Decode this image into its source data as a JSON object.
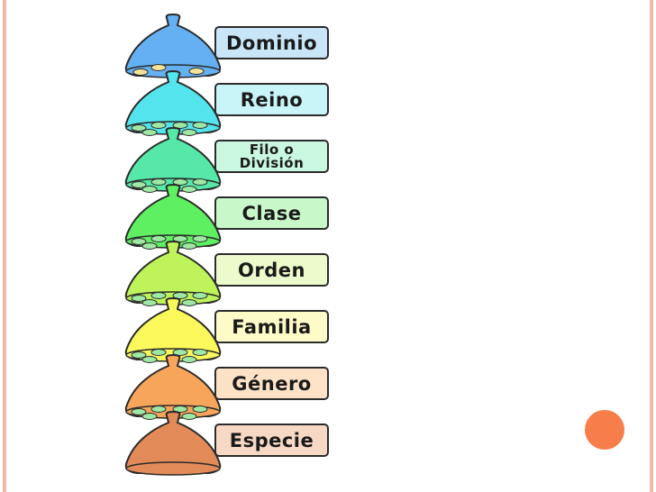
{
  "levels": [
    {
      "label": "Dominio",
      "color": "#64b0f2",
      "box": "#c9e6f8"
    },
    {
      "label": "Reino",
      "color": "#53e4ee",
      "box": "#c9f4f8"
    },
    {
      "label": "Filo o",
      "label2": "División",
      "color": "#55e8a8",
      "box": "#c9f7e0"
    },
    {
      "label": "Clase",
      "color": "#5ef061",
      "box": "#c8f7c9"
    },
    {
      "label": "Orden",
      "color": "#bff35a",
      "box": "#ecfacc"
    },
    {
      "label": "Familia",
      "color": "#fbf85b",
      "box": "#fdfcc9"
    },
    {
      "label": "Género",
      "color": "#f8a55c",
      "box": "#fde2c8"
    },
    {
      "label": "Especie",
      "color": "#e28a58",
      "box": "#f6d8c5"
    }
  ],
  "colors": {
    "border": "#f4b9a4",
    "accent_dot": "#f77d4a",
    "outline": "#2b2b2b"
  }
}
